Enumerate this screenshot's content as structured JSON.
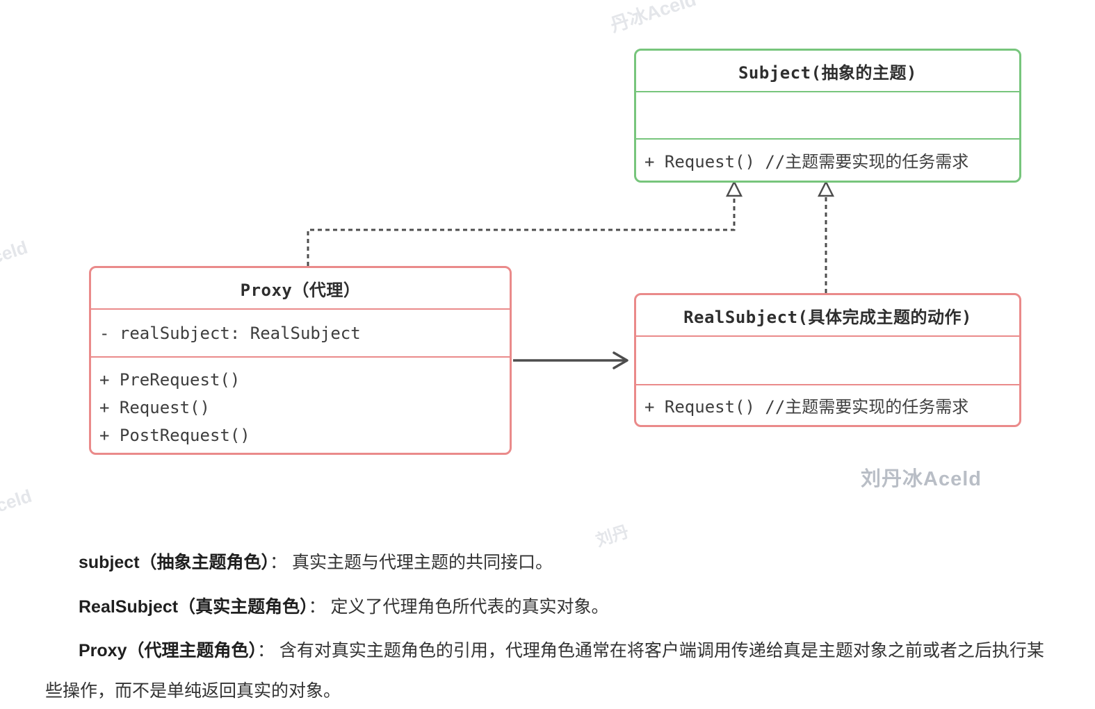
{
  "colors": {
    "green": "#77c57c",
    "red": "#ea8a8a",
    "line": "#4d4d4d",
    "ink": "#3c3c3c",
    "note_ink": "#333333",
    "watermark": "#b9bec6",
    "faint": "#e4e6ea"
  },
  "diagram": {
    "subject": {
      "title": "Subject(抽象的主题)",
      "methods": [
        "+ Request() //主题需要实现的任务需求"
      ]
    },
    "proxy": {
      "title": "Proxy（代理）",
      "attributes": [
        "- realSubject: RealSubject"
      ],
      "methods": [
        "+ PreRequest()",
        "+ Request()",
        "+ PostRequest()"
      ]
    },
    "realsubject": {
      "title": "RealSubject(具体完成主题的动作)",
      "methods": [
        "+ Request() //主题需要实现的任务需求"
      ]
    }
  },
  "watermarks": {
    "main": "刘丹冰Aceld",
    "top": "丹冰Aceld",
    "left": "celd",
    "bottom_left": "celd",
    "mid": "刘丹"
  },
  "notes": [
    {
      "head": "subject（抽象主题角色）",
      "body": "： 真实主题与代理主题的共同接口。"
    },
    {
      "head": "RealSubject（真实主题角色）",
      "body": "： 定义了代理角色所代表的真实对象。"
    },
    {
      "head": "Proxy（代理主题角色）",
      "body": "： 含有对真实主题角色的引用，代理角色通常在将客户端调用传递给真是主题对象之前或者之后执行某些操作，而不是单纯返回真实的对象。"
    }
  ]
}
